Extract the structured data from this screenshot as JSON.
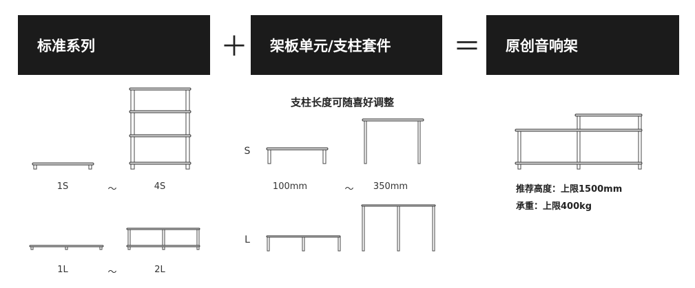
{
  "header": {
    "box1": "标准系列",
    "plus": "＋",
    "box2": "架板单元/支柱套件",
    "equals": "＝",
    "box3": "原创音响架"
  },
  "standard": {
    "s_from": "1S",
    "s_tilde": "～",
    "s_to": "4S",
    "l_from": "1L",
    "l_tilde": "～",
    "l_to": "2L"
  },
  "kit": {
    "title": "支柱长度可随喜好调整",
    "row_s": "S",
    "row_l": "L",
    "len_from": "100mm",
    "len_tilde": "～",
    "len_to": "350mm"
  },
  "custom": {
    "height": "推荐高度：上限1500mm",
    "load": "承重：上限400kg"
  }
}
